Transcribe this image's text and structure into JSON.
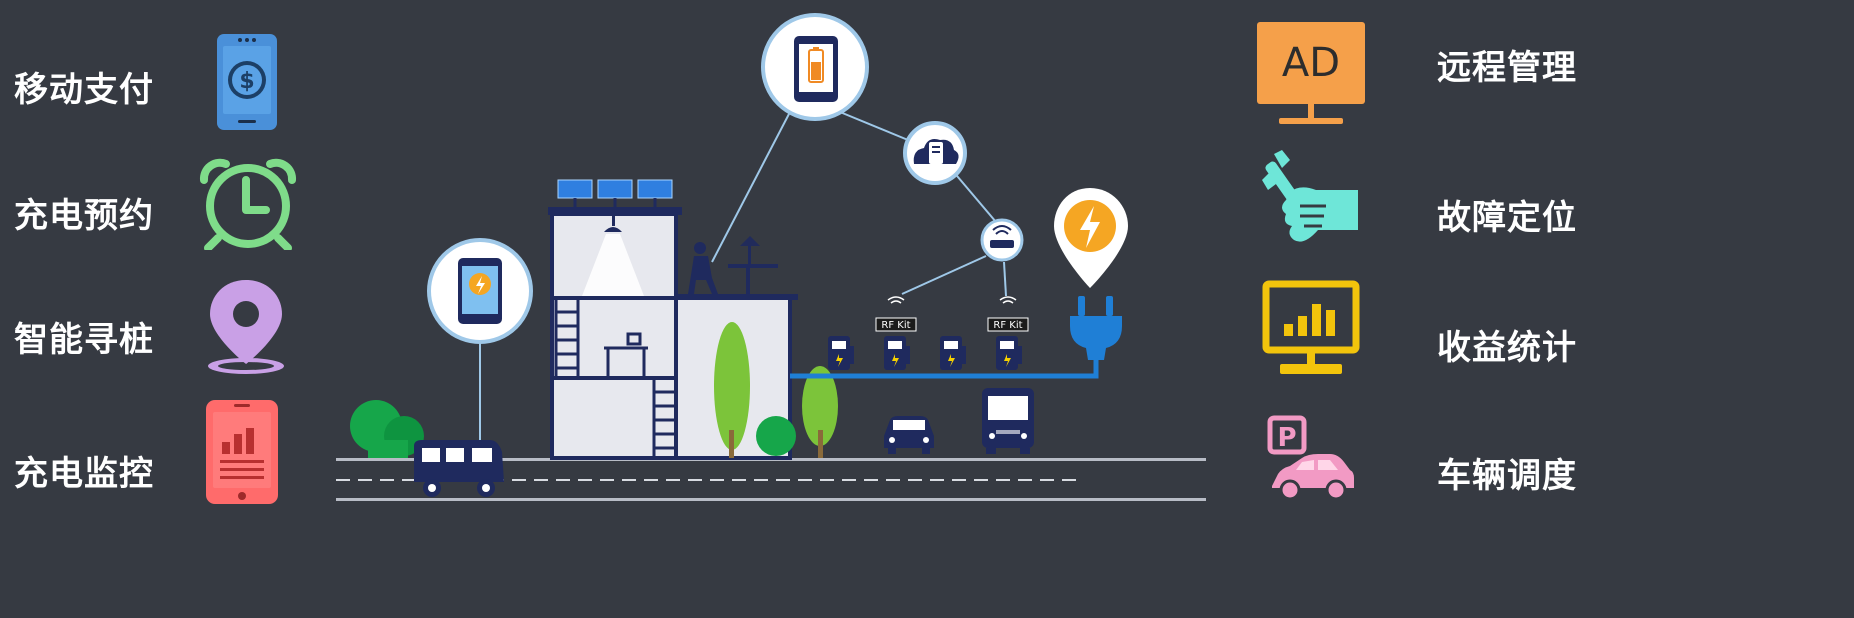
{
  "left_features": [
    {
      "label": "移动支付",
      "icon": "mobile-payment-icon",
      "color": "#4a90d9"
    },
    {
      "label": "充电预约",
      "icon": "alarm-clock-icon",
      "color": "#7fdc8a"
    },
    {
      "label": "智能寻桩",
      "icon": "location-pin-icon",
      "color": "#c9a0e6"
    },
    {
      "label": "充电监控",
      "icon": "charging-monitor-icon",
      "color": "#ff6b6b"
    }
  ],
  "right_features": [
    {
      "label": "远程管理",
      "icon": "ad-screen-icon",
      "color": "#f5a04a"
    },
    {
      "label": "故障定位",
      "icon": "wrench-hand-icon",
      "color": "#6ee6d8"
    },
    {
      "label": "收益统计",
      "icon": "stats-monitor-icon",
      "color": "#f2c40c"
    },
    {
      "label": "车辆调度",
      "icon": "parking-car-icon",
      "color": "#f29ac4"
    }
  ],
  "ad_text": "AD",
  "rf_label": "RF Kit",
  "dollar_sign": "$",
  "parking_letter": "P",
  "colors": {
    "background": "#363a42",
    "navy": "#1f2a5e",
    "building": "#e7e8ee",
    "accent_blue": "#1f7fd6",
    "bolt_orange": "#f5a623",
    "tree_green": "#7cc43a"
  }
}
